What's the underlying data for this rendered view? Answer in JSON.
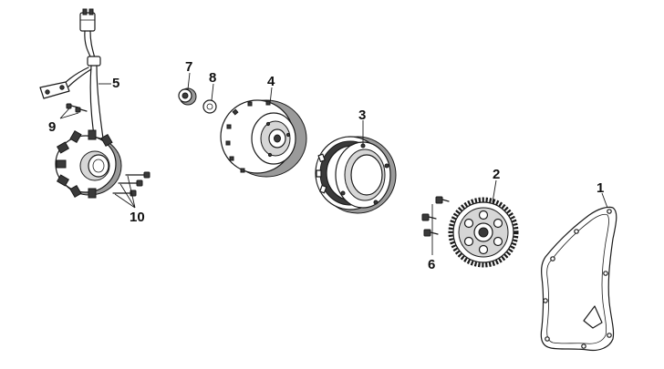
{
  "callouts": {
    "c1": "1",
    "c2": "2",
    "c3": "3",
    "c4": "4",
    "c5": "5",
    "c6": "6",
    "c7": "7",
    "c8": "8",
    "c9": "9",
    "c10": "10"
  },
  "colors": {
    "line": "#1a1a1a",
    "background": "#ffffff",
    "shade": "#9a9a9a"
  }
}
